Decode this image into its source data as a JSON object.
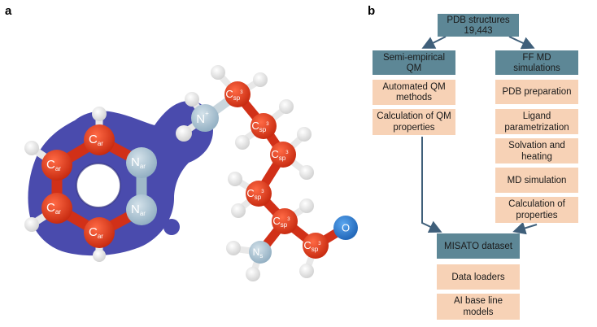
{
  "panel_a": {
    "label": "a",
    "atoms": {
      "car1": "C",
      "car2": "C",
      "car3": "C",
      "car4": "C",
      "car_sub": "ar",
      "nar1": "N",
      "nar2": "N",
      "nar_sub": "ar",
      "nplus": "N",
      "nplus_sup": "+",
      "csp3": "C",
      "csp3_sub": "sp",
      "csp3_sup": "3",
      "nsub_n": "N",
      "nsub_sub": "s",
      "o": "O"
    }
  },
  "panel_b": {
    "label": "b",
    "pdb": [
      "PDB structures",
      "19,443"
    ],
    "qm_header": [
      "Semi-empirical",
      "QM"
    ],
    "md_header": [
      "FF MD",
      "simulations"
    ],
    "qm_steps": [
      [
        "Automated QM",
        "methods"
      ],
      [
        "Calculation of QM",
        "properties"
      ]
    ],
    "md_steps": [
      [
        "PDB preparation"
      ],
      [
        "Ligand",
        "parametrization"
      ],
      [
        "Solvation and",
        "heating"
      ],
      [
        "MD simulation"
      ],
      [
        "Calculation of",
        "properties"
      ]
    ],
    "misato": [
      "MISATO dataset"
    ],
    "outputs": [
      [
        "Data loaders"
      ],
      [
        "AI base line",
        "models"
      ]
    ]
  },
  "colors": {
    "header": "#5d8796",
    "step": "#f7d2b6",
    "arrow": "#3f5f7a",
    "blob": "#4a4bad",
    "carbon": "#e23d1e",
    "nitrogen": "#a7c0cf",
    "oxygen": "#2d7fd0",
    "hydrogen": "#f0f0f0"
  }
}
